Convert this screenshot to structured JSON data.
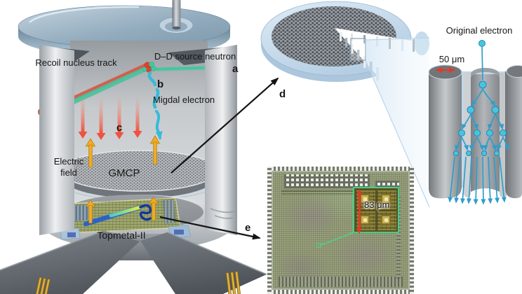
{
  "labels": {
    "recoil_nucleus_track": "Recoil nucleus track",
    "dd_source_neutron": "D–D source neutron",
    "migdal_electron": "Migdal electron",
    "electric_field_line1": "Electric",
    "electric_field_line2": "field",
    "gmcp": "GMCP",
    "topmetal": "Topmetal-II",
    "original_electron": "Original electron",
    "channel_diameter": "50 μm",
    "pixel_pitch": "83 μm"
  },
  "markers": {
    "a": "a",
    "b": "b",
    "c": "c",
    "d": "d",
    "e": "e"
  },
  "colors": {
    "neutron-green": "#3fc99e",
    "recoil-red": "#e2402e",
    "migdal-cyan": "#38bada",
    "drift-red": "#ee5340",
    "field-yellow": "#f3ac25",
    "scale-red": "#e1392a",
    "avalanche-blue": "#2f9ecb",
    "avalanche-ball": "#4cc3de",
    "disk-blue": "#cfe2f1",
    "steel-blue": "#8ca6ba",
    "inset-green": "#43cf8a",
    "label-black": "#161616"
  }
}
